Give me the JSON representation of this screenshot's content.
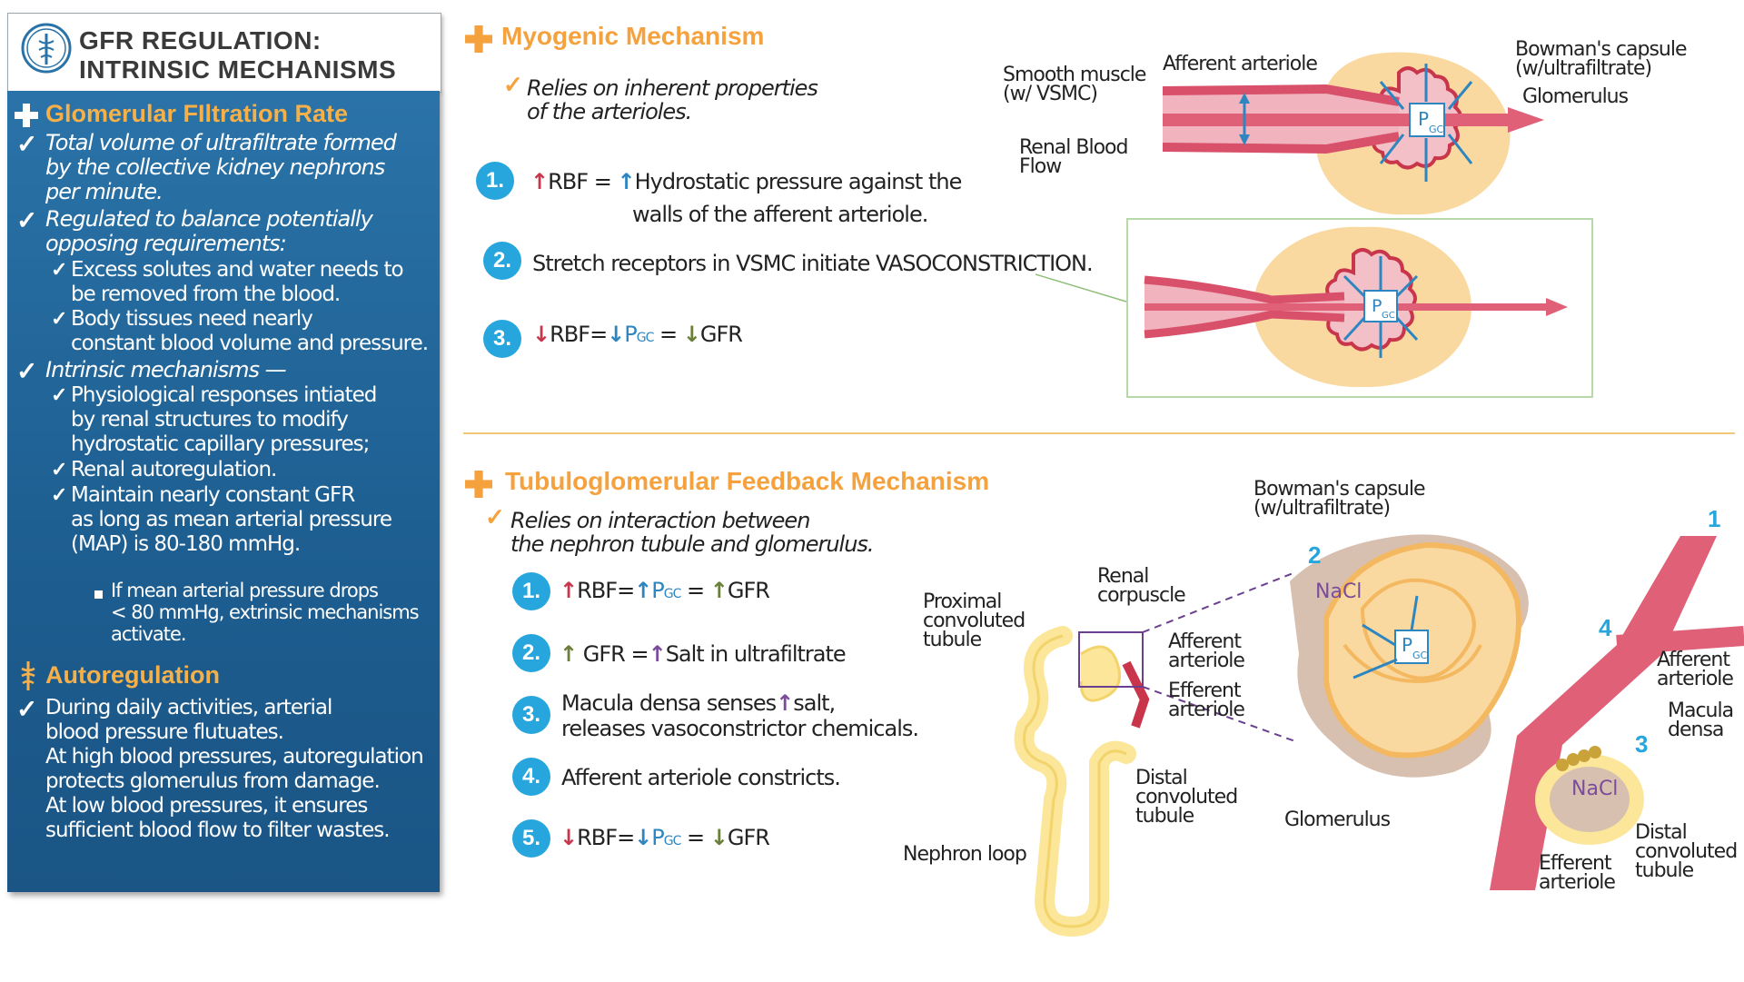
{
  "title": {
    "line1": "GFR REGULATION:",
    "line2": "INTRINSIC MECHANISMS"
  },
  "left_panel": {
    "gfr_heading": "Glomerular FIltration Rate",
    "gfr_points": [
      [
        "Total volume of ultrafiltrate formed",
        "by the collective kidney nephrons",
        "per minute."
      ],
      [
        "Regulated to balance potentially",
        "opposing requirements:"
      ]
    ],
    "requirements": [
      [
        "Excess solutes and water needs to",
        "be removed from the blood."
      ],
      [
        "Body tissues need nearly",
        "constant blood volume and pressure."
      ]
    ],
    "intrinsic_heading": "Intrinsic mechanisms —",
    "intrinsic_points": [
      [
        "Physiological responses intiated",
        "by renal structures to modify",
        "hydrostatic capillary pressures;"
      ],
      [
        "Renal autoregulation."
      ],
      [
        "Maintain nearly constant GFR",
        "as long as mean arterial pressure",
        "(MAP) is 80-180 mmHg."
      ]
    ],
    "bullet_note": [
      "If mean arterial pressure drops",
      "< 80 mmHg, extrinsic mechanisms",
      "activate."
    ],
    "auto_heading": "Autoregulation",
    "auto_text": [
      "During daily activities, arterial",
      "blood pressure flutuates.",
      "At high blood pressures, autoregulation",
      "protects glomerulus from damage.",
      "At low blood pressures, it ensures",
      "sufficient blood flow to filter wastes."
    ]
  },
  "myogenic": {
    "heading": "Myogenic Mechanism",
    "relies": [
      "Relies on inherent properties",
      "of the arterioles."
    ],
    "steps": [
      {
        "n": "1.",
        "rbf": "RBF",
        "eq": "=",
        "text1": "Hydrostatic pressure against the",
        "text2": "walls of the afferent arteriole."
      },
      {
        "n": "2.",
        "text1": "Stretch receptors in VSMC initiate VASOCONSTRICTION."
      },
      {
        "n": "3.",
        "rbf": "RBF",
        "eq": "=",
        "p": "P",
        "gc": "GC",
        "eq2": "=",
        "gfr": "GFR"
      }
    ],
    "labels": {
      "smooth_muscle": [
        "Smooth muscle",
        "(w/ VSMC)"
      ],
      "afferent": "Afferent arteriole",
      "renal_blood_flow": [
        "Renal Blood",
        "Flow"
      ],
      "bowmans": [
        "Bowman's capsule",
        "(w/ultrafiltrate)"
      ],
      "glomerulus": "Glomerulus",
      "pgc_p": "P",
      "pgc_gc": "GC"
    }
  },
  "tgf": {
    "heading": "Tubuloglomerular Feedback Mechanism",
    "relies": [
      "Relies on interaction between",
      "the nephron tubule and glomerulus."
    ],
    "steps": [
      {
        "n": "1.",
        "rbf": "RBF",
        "p": "P",
        "gc": "GC",
        "gfr": "GFR"
      },
      {
        "n": "2.",
        "gfr": "GFR",
        "text": "Salt in ultrafiltrate"
      },
      {
        "n": "3.",
        "text1": "Macula densa senses",
        "salt": "salt,",
        "text2": "releases vasoconstrictor chemicals."
      },
      {
        "n": "4.",
        "text1": "Afferent arteriole constricts."
      },
      {
        "n": "5.",
        "rbf": "RBF",
        "p": "P",
        "gc": "GC",
        "gfr": "GFR"
      }
    ],
    "labels": {
      "proximal": [
        "Proximal",
        "convoluted",
        "tubule"
      ],
      "renal_corpuscle": [
        "Renal",
        "corpuscle"
      ],
      "afferent_small": [
        "Afferent",
        "arteriole"
      ],
      "efferent_small": [
        "Efferent",
        "arteriole"
      ],
      "distal_small": [
        "Distal",
        "convoluted",
        "tubule"
      ],
      "nephron_loop": "Nephron loop",
      "bowmans": [
        "Bowman's capsule",
        "(w/ultrafiltrate)"
      ],
      "glomerulus": "Glomerulus",
      "afferent_big": [
        "Afferent",
        "arteriole"
      ],
      "macula": [
        "Macula",
        "densa"
      ],
      "distal_big": [
        "Distal",
        "convoluted",
        "tubule"
      ],
      "efferent_big": [
        "Efferent",
        "arteriole"
      ],
      "nacl": "NaCl",
      "pgc_p": "P",
      "pgc_gc": "GC",
      "n1": "1",
      "n2": "2",
      "n3": "3",
      "n4": "4"
    }
  },
  "colors": {
    "panel_blue": "#1d5d8f",
    "orange": "#f5a23e",
    "artery_red": "#d8506a",
    "capsule_pink": "#f4c9cf",
    "tubule_yellow": "#fbe69a",
    "number_blue": "#27a6dd"
  }
}
